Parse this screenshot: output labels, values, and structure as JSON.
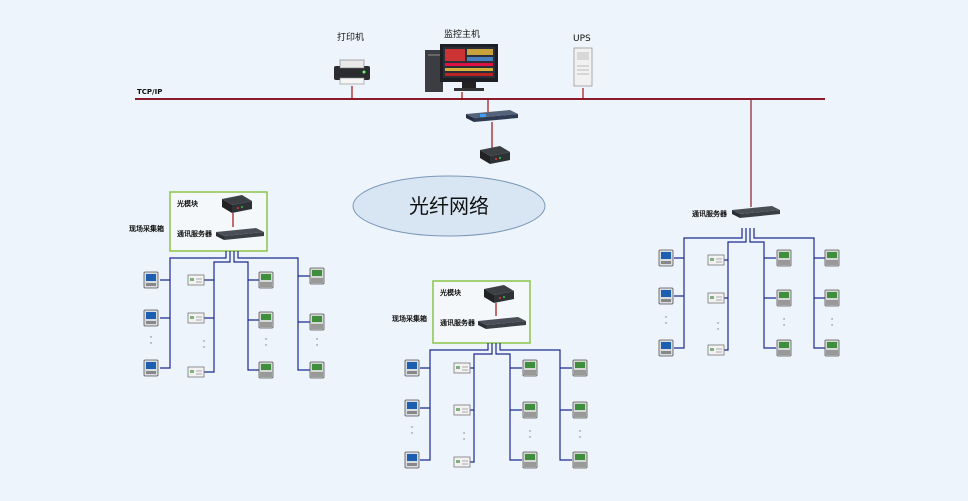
{
  "top_labels": {
    "printer": "打印机",
    "monitor_host": "监控主机",
    "ups": "UPS"
  },
  "bus_label": "TCP/IP",
  "fiber_network": "光纤网络",
  "clusters": [
    {
      "optical_module": "光模块",
      "comm_server": "通讯服务器",
      "cabinet": "现场采集箱"
    },
    {
      "optical_module": "光模块",
      "comm_server": "通讯服务器",
      "cabinet": "现场采集箱"
    }
  ],
  "right_comm_server": "通讯服务器",
  "colors": {
    "bus": "#8b1a2b",
    "wire": "#1b2a8f",
    "box_border": "#8bc34a",
    "ellipse_fill": "#d8e6f4"
  }
}
